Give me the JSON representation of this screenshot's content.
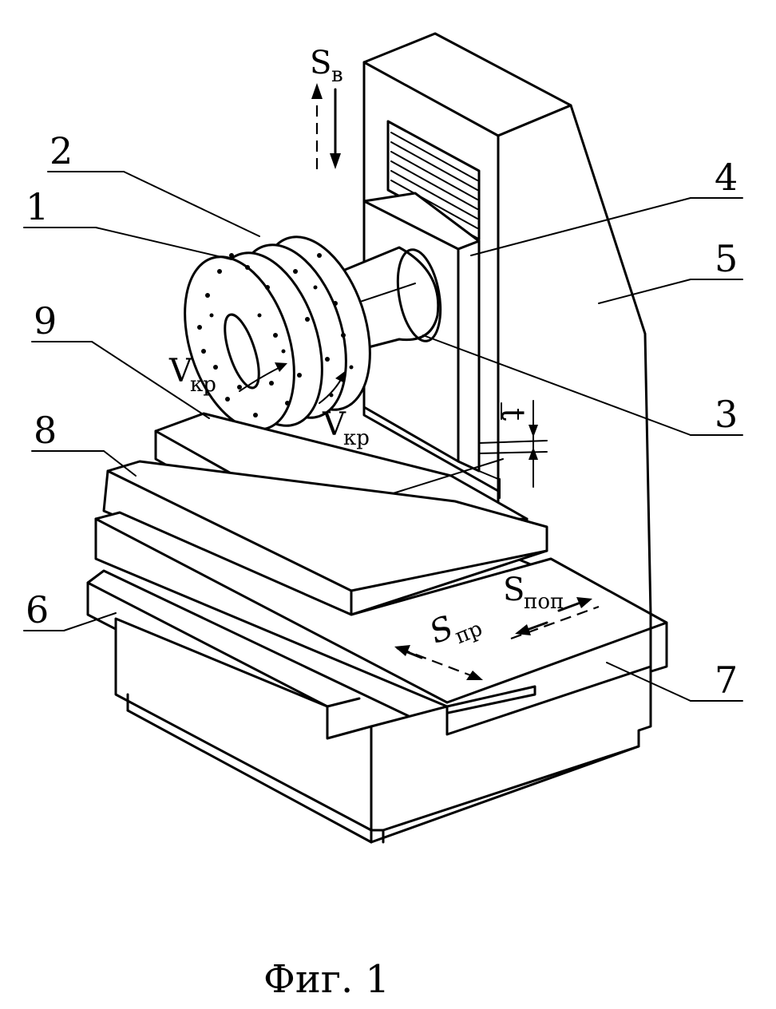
{
  "figure": {
    "caption": "Фиг. 1",
    "part_labels": [
      {
        "id": "1",
        "text": "1"
      },
      {
        "id": "2",
        "text": "2"
      },
      {
        "id": "3",
        "text": "3"
      },
      {
        "id": "4",
        "text": "4"
      },
      {
        "id": "5",
        "text": "5"
      },
      {
        "id": "6",
        "text": "6"
      },
      {
        "id": "7",
        "text": "7"
      },
      {
        "id": "8",
        "text": "8"
      },
      {
        "id": "9",
        "text": "9"
      }
    ],
    "motion_labels": {
      "s_v": {
        "main": "S",
        "sub": "в"
      },
      "v_kr_1": {
        "main": "V",
        "sub": "кр"
      },
      "v_kr_2": {
        "main": "V",
        "sub": "кр"
      },
      "s_pr": {
        "main": "S",
        "sub": "пр"
      },
      "s_pop": {
        "main": "S",
        "sub": "поп"
      },
      "t": {
        "main": "t"
      }
    }
  }
}
